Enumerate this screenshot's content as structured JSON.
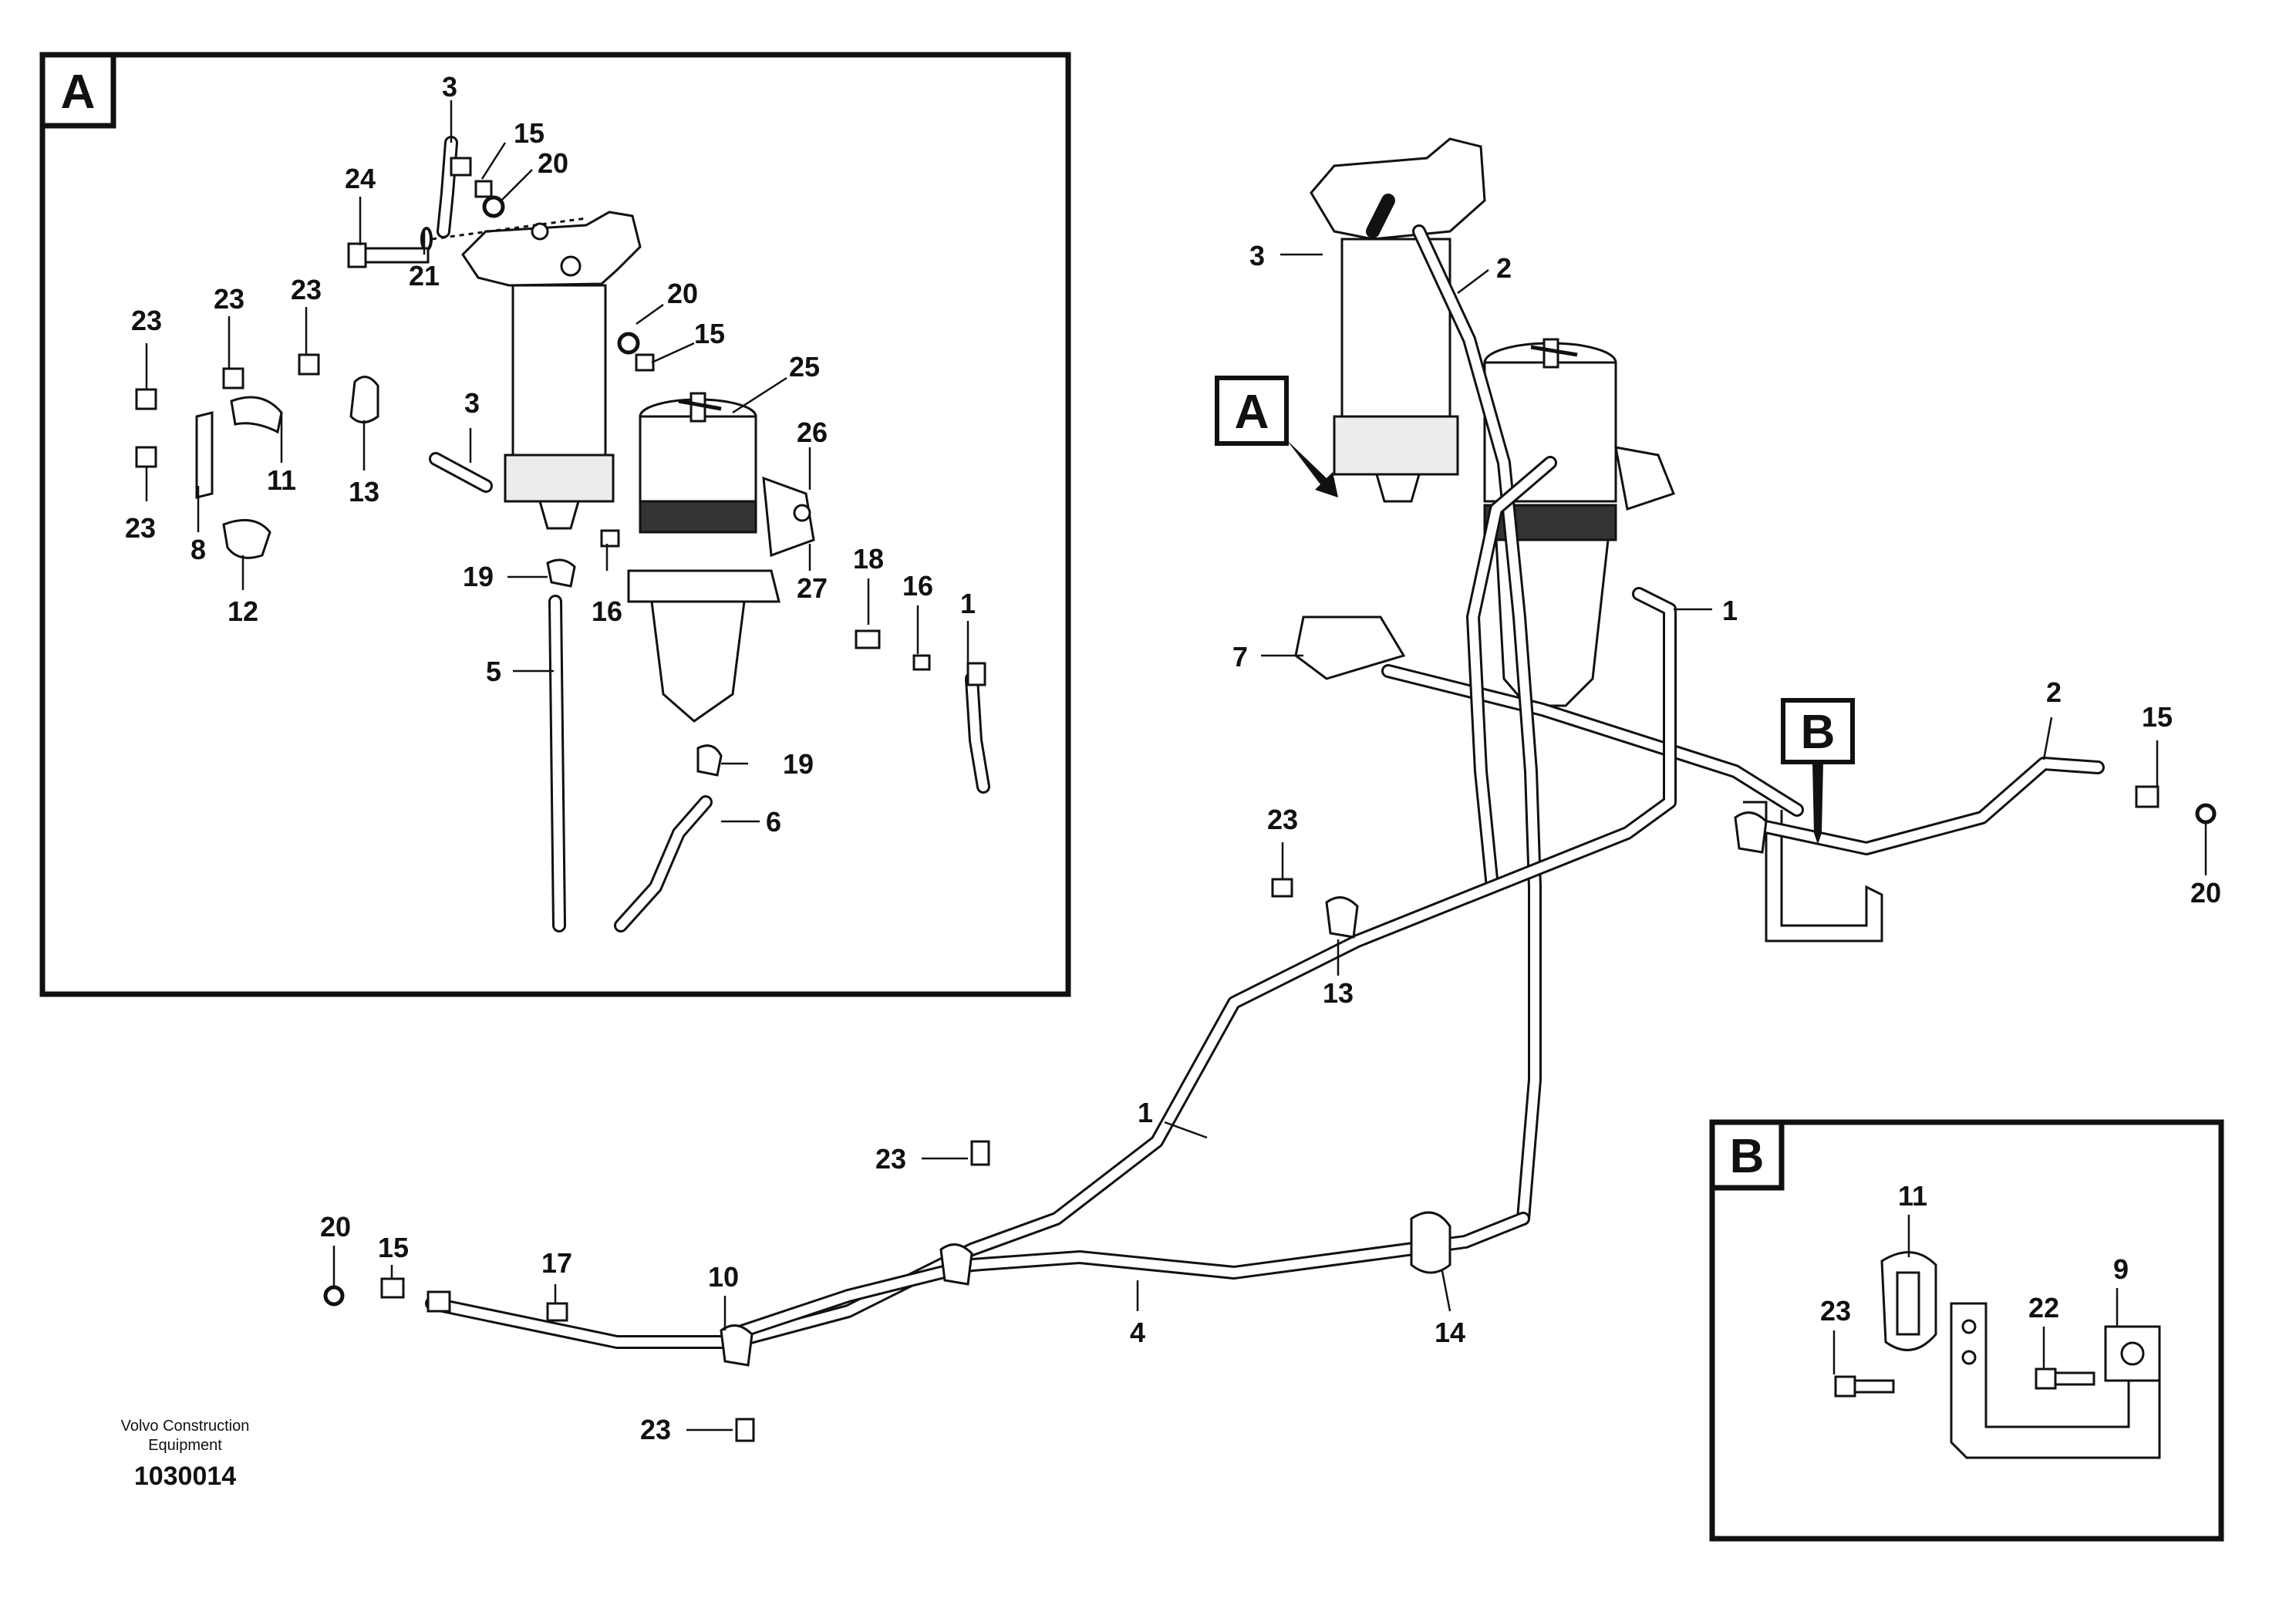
{
  "views": {
    "a": {
      "letter": "A"
    },
    "b": {
      "letter": "B"
    }
  },
  "main_callouts": {
    "a": "A",
    "b": "B"
  },
  "caption": {
    "company_line1": "Volvo Construction",
    "company_line2": "Equipment",
    "doc_number": "1030014"
  },
  "labels_a": {
    "l3_top": "3",
    "l15_top": "15",
    "l20_top": "20",
    "l24": "24",
    "l21": "21",
    "l23_a": "23",
    "l23_b": "23",
    "l23_c": "23",
    "l23_d": "23",
    "l11": "11",
    "l13": "13",
    "l8": "8",
    "l12": "12",
    "l20_mid": "20",
    "l15_mid": "15",
    "l3_mid": "3",
    "l25": "25",
    "l26": "26",
    "l27": "27",
    "l19_top": "19",
    "l16_left": "16",
    "l18": "18",
    "l16_right": "16",
    "l1": "1",
    "l5": "5",
    "l19_bot": "19",
    "l6": "6"
  },
  "labels_main": {
    "l3": "3",
    "l2_top": "2",
    "l7": "7",
    "l1_right": "1",
    "l2_right": "2",
    "l15_right": "15",
    "l20_right": "20",
    "l23_clip": "23",
    "l13": "13",
    "l1_mid": "1",
    "l23_mid": "23",
    "l20_left": "20",
    "l15_left": "15",
    "l17": "17",
    "l10": "10",
    "l4": "4",
    "l14": "14",
    "l23_bot": "23"
  },
  "labels_b": {
    "l11": "11",
    "l9": "9",
    "l23": "23",
    "l22": "22"
  },
  "icons": [
    "fuel-filter-icon",
    "water-separator-icon",
    "bracket-icon",
    "hose-icon",
    "clamp-icon",
    "bolt-icon",
    "o-ring-icon",
    "nipple-icon"
  ]
}
